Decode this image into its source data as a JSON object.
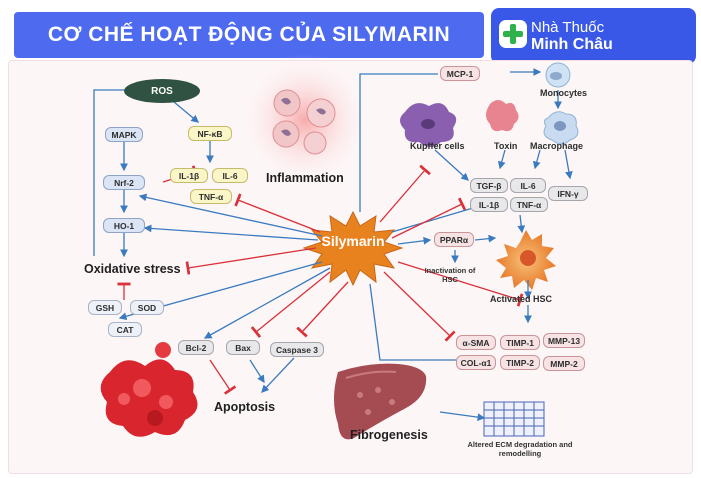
{
  "header": {
    "title": "CƠ CHẾ HOẠT ĐỘNG CỦA SILYMARIN",
    "brand_line1": "Nhà Thuốc",
    "brand_line2": "Minh Châu"
  },
  "colors": {
    "title_bg": "#4e6bf0",
    "brand_bg": "#3a58e8",
    "activation_arrow": "#3a7bbf",
    "inhibition_arrow": "#d9323a",
    "silymarin": "#e8821e"
  },
  "center": {
    "label": "Silymarin"
  },
  "left": {
    "ros": "ROS",
    "mapk": "MAPK",
    "nrf2": "Nrf-2",
    "ho1": "HO-1",
    "nfkb": "NF-κB",
    "il1b": "IL-1β",
    "il6": "IL-6",
    "tnfa": "TNF-α",
    "inflammation": "Inflammation",
    "oxidative_stress": "Oxidative stress",
    "gsh": "GSH",
    "sod": "SOD",
    "cat": "CAT",
    "bcl2": "Bcl-2",
    "bax": "Bax",
    "caspase3": "Caspase 3",
    "apoptosis": "Apoptosis"
  },
  "right": {
    "mcp1": "MCP-1",
    "monocytes": "Monocytes",
    "kupffer": "Kupffer cells",
    "toxin": "Toxin",
    "macrophage": "Macrophage",
    "tgfb": "TGF-β",
    "il6": "IL-6",
    "ifng": "IFN-γ",
    "il1b": "IL-1β",
    "tnfa": "TNF-α",
    "ppara": "PPARα",
    "inactivation": "Inactivation of HSC",
    "activated_hsc": "Activated HSC",
    "asma": "α-SMA",
    "timp1": "TIMP-1",
    "mmp13": "MMP-13",
    "col": "COL-α1",
    "timp2": "TIMP-2",
    "mmp2": "MMP-2",
    "fibrogenesis": "Fibrogenesis",
    "ecm": "Altered ECM degradation and remodelling"
  }
}
